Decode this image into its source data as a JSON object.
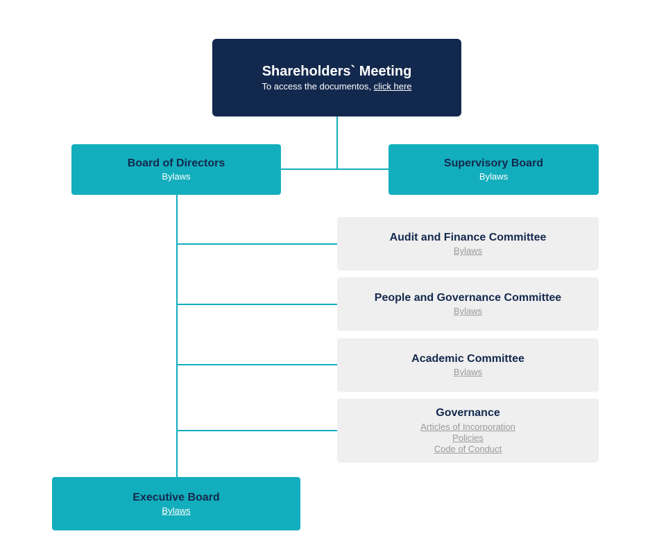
{
  "colors": {
    "navy": "#13284D",
    "teal": "#12AEBD",
    "grey_box": "#EFEFEF",
    "grey_link": "#9A9A9A"
  },
  "shareholders": {
    "title": "Shareholders` Meeting",
    "subtitle_prefix": "To access the documentos, ",
    "link": "click here"
  },
  "board_of_directors": {
    "title": "Board of Directors",
    "subtitle": "Bylaws"
  },
  "supervisory_board": {
    "title": "Supervisory Board",
    "subtitle": "Bylaws"
  },
  "committees": [
    {
      "title": "Audit and Finance Committee",
      "links": [
        "Bylaws"
      ]
    },
    {
      "title": "People and Governance Committee",
      "links": [
        "Bylaws"
      ]
    },
    {
      "title": "Academic Committee",
      "links": [
        "Bylaws"
      ]
    },
    {
      "title": "Governance",
      "links": [
        "Articles of Incorporation",
        "Policies",
        "Code of Conduct"
      ]
    }
  ],
  "executive_board": {
    "title": "Executive Board",
    "link": "Bylaws"
  }
}
